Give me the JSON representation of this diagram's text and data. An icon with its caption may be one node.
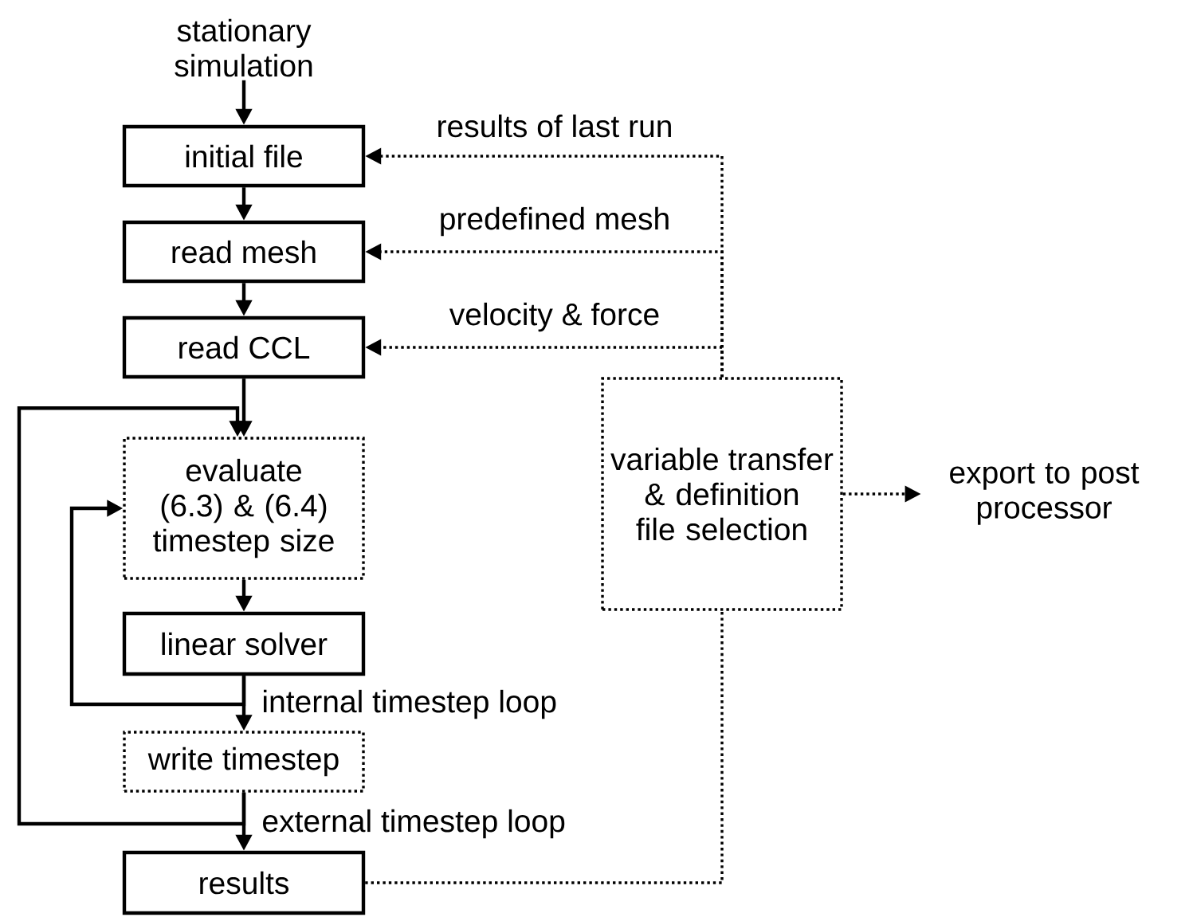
{
  "diagram": {
    "nodes": [
      {
        "text": [
          "stationary simulation"
        ]
      },
      {
        "text": [
          "initial file"
        ]
      },
      {
        "text": [
          "read mesh"
        ]
      },
      {
        "text": [
          "read CCL"
        ]
      },
      {
        "text": [
          "evaluate (6.3) & (6.4) timestep size"
        ]
      },
      {
        "text": [
          "linear solver"
        ]
      },
      {
        "text": [
          "write timestep"
        ]
      },
      {
        "text": [
          "results"
        ]
      },
      {
        "text": [
          "variable transfer & definition file selection"
        ]
      },
      {
        "text": [
          "export to post processor"
        ]
      }
    ],
    "edges": [
      {
        "from": 0,
        "to": 1,
        "arrow": "to"
      },
      {
        "from": 1,
        "to": 2,
        "arrow": "to"
      },
      {
        "from": 2,
        "to": 3,
        "arrow": "to"
      },
      {
        "from": 3,
        "to": 4,
        "arrow": "to"
      },
      {
        "from": 4,
        "to": 5,
        "arrow": "to"
      },
      {
        "from": 5,
        "to": 6,
        "arrow": "to"
      },
      {
        "from": 6,
        "to": 7,
        "arrow": "to"
      },
      {
        "from": 5,
        "to": 4,
        "arrow": "to",
        "label": "internal timestep loop"
      },
      {
        "from": 6,
        "to": 4,
        "arrow": "to",
        "label": "external timestep loop"
      },
      {
        "from": 8,
        "to": 1,
        "arrow": "to",
        "label": "results of last run",
        "style": "dashed"
      },
      {
        "from": 8,
        "to": 2,
        "arrow": "to",
        "label": "predefined mesh",
        "style": "dashed"
      },
      {
        "from": 8,
        "to": 3,
        "arrow": "to",
        "label": "velocity & force",
        "style": "dashed"
      },
      {
        "from": 7,
        "to": 8,
        "arrow": "none",
        "style": "dashed"
      },
      {
        "from": 8,
        "to": 9,
        "arrow": "to",
        "style": "dashed"
      }
    ]
  }
}
